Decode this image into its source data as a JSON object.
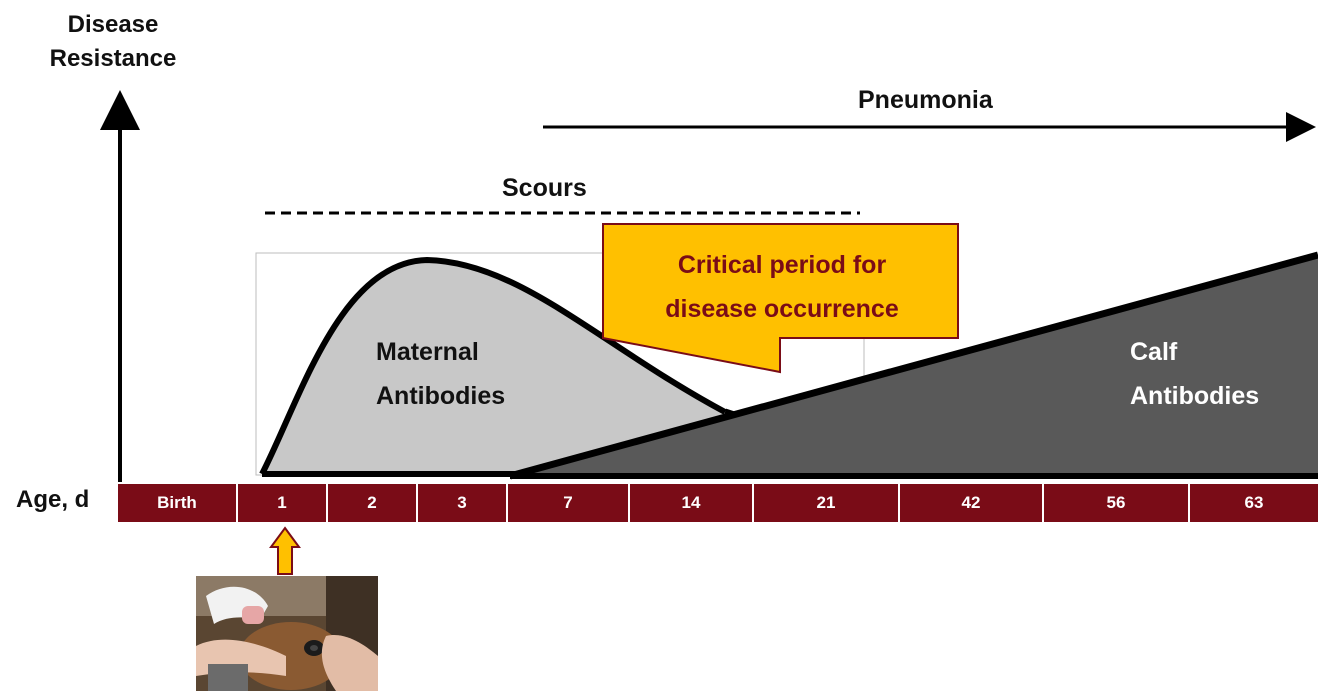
{
  "y_axis_label": {
    "line1": "Disease",
    "line2": "Resistance"
  },
  "age_label": "Age, d",
  "timeline": [
    "Birth",
    "1",
    "2",
    "3",
    "7",
    "14",
    "21",
    "42",
    "56",
    "63"
  ],
  "pneumonia": {
    "label": "Pneumonia"
  },
  "scours": {
    "label": "Scours"
  },
  "critical": {
    "line1": "Critical period for",
    "line2": "disease occurrence"
  },
  "maternal": {
    "line1": "Maternal",
    "line2": "Antibodies"
  },
  "calf": {
    "line1": "Calf",
    "line2": "Antibodies"
  },
  "colors": {
    "timeline": "#7a0c17",
    "callout_fill": "#ffc000",
    "callout_border": "#7a0c17",
    "maternal_fill": "#c8c8c8",
    "calf_fill": "#595959",
    "arrow_fill": "#ffc000"
  },
  "icons": {
    "feeding_photo": "calf-feeding-photo-icon",
    "colostrum_arrow": "up-arrow-icon"
  }
}
